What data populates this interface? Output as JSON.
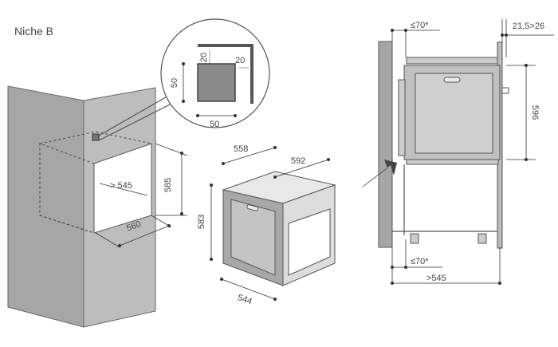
{
  "title": "Niche B",
  "niche": {
    "depth": "> 545",
    "height": "585",
    "width": "560"
  },
  "detail": {
    "gap_top": "20",
    "gap_side": "20",
    "hole_height": "50",
    "hole_width": "50"
  },
  "oven": {
    "depth": "558",
    "width": "592",
    "height": "583",
    "front_width": "544"
  },
  "side_view": {
    "top_gap": "≤70*",
    "panel": "21,5>26",
    "height": "596",
    "bottom_gap": "≤70*",
    "depth": ">545"
  },
  "colors": {
    "wall": "#a6a6a6",
    "wall_light": "#bdbdbd",
    "line": "#555555"
  }
}
